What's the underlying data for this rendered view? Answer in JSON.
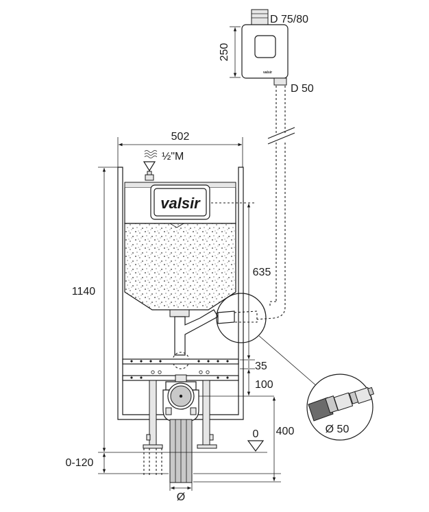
{
  "labels": {
    "vent_diameter": "D 75/80",
    "vent_height": "250",
    "vent_outlet": "D 50",
    "frame_width": "502",
    "water_inlet": "½\"M",
    "brand": "valsir",
    "brand_small": "valsir",
    "height_total": "1140",
    "height_cistern": "635",
    "dim_35": "35",
    "dim_100": "100",
    "dim_400": "400",
    "floor_level": "0",
    "foot_adjust": "0-120",
    "detail_diameter": "Ø 50",
    "drain_diameter": "Ø"
  },
  "colors": {
    "line": "#1a1a1a",
    "fill_gray": "#c9c9c9",
    "fill_light": "#e6e6e6",
    "fill_dark": "#6b6b6b",
    "background": "#ffffff"
  }
}
